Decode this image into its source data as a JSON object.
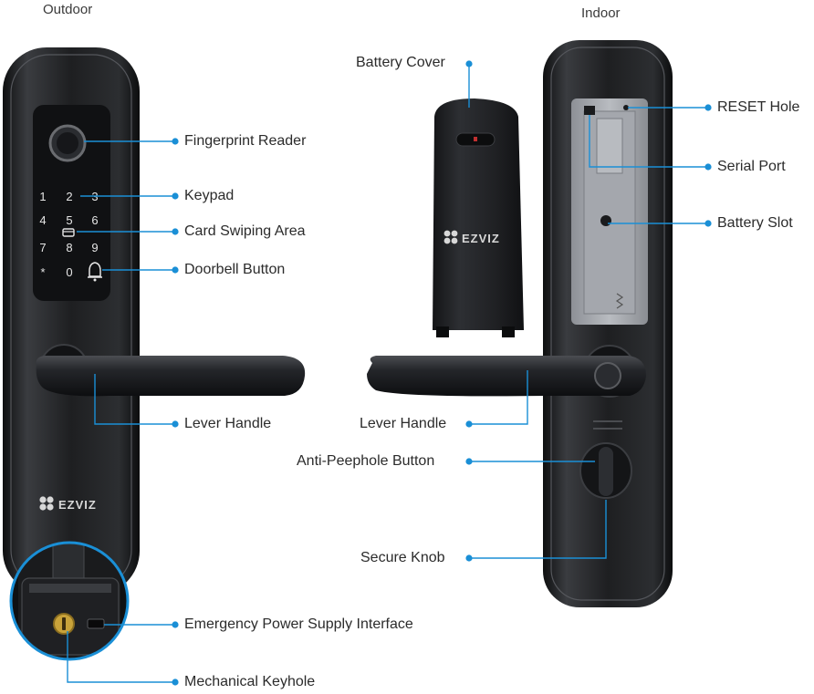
{
  "headers": {
    "outdoor": "Outdoor",
    "indoor": "Indoor"
  },
  "brand": {
    "logo_text": "EZVIZ"
  },
  "keypad": {
    "keys": [
      "1",
      "2",
      "3",
      "4",
      "5",
      "6",
      "7",
      "8",
      "9",
      "*",
      "0"
    ]
  },
  "callouts": {
    "fingerprint_reader": "Fingerprint Reader",
    "keypad": "Keypad",
    "card_swiping_area": "Card Swiping Area",
    "doorbell_button": "Doorbell Button",
    "lever_handle_outdoor": "Lever Handle",
    "emergency_power": "Emergency Power Supply Interface",
    "mechanical_keyhole": "Mechanical Keyhole",
    "battery_cover": "Battery Cover",
    "reset_hole": "RESET Hole",
    "serial_port": "Serial Port",
    "battery_slot": "Battery Slot",
    "lever_handle_indoor": "Lever Handle",
    "anti_peephole_button": "Anti-Peephole Button",
    "secure_knob": "Secure Knob"
  },
  "colors": {
    "callout": "#1a8fd6",
    "body": "#1c1d1f",
    "highlight": "#4a4c50",
    "gold": "#c9a33a"
  }
}
